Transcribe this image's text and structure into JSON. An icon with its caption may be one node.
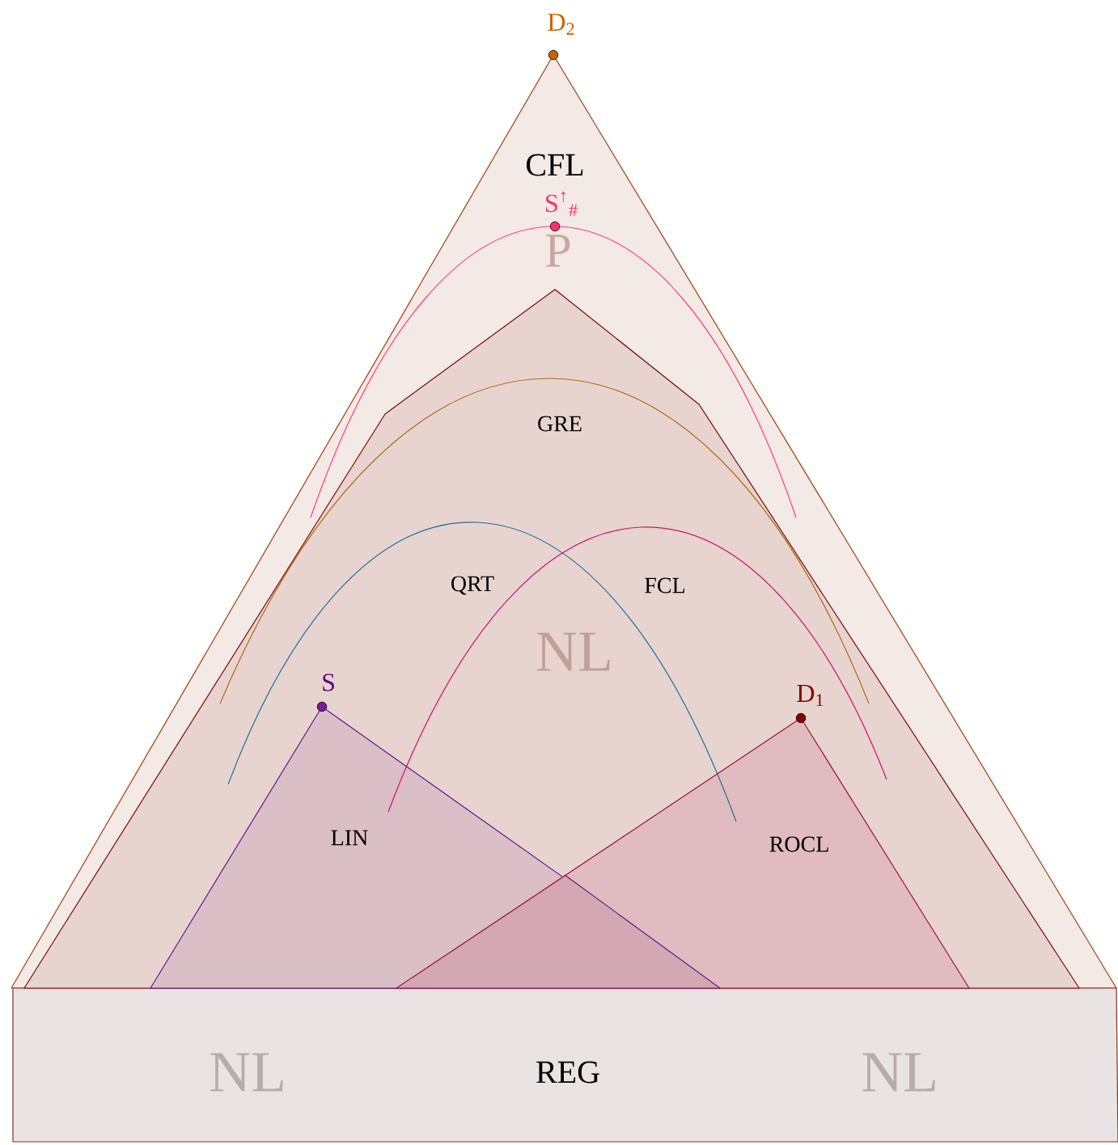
{
  "diagram": {
    "nodes": [
      {
        "text": [
          "CFL"
        ],
        "beside": [
          "D$_{2}$"
        ]
      },
      {
        "text": [
          "NL"
        ],
        "in": 0
      },
      {
        "text": [
          "LIN"
        ],
        "beside": [
          "S"
        ],
        "in": 1
      },
      {
        "text": [
          "ROCL"
        ],
        "beside": [
          "D$_{1}$"
        ],
        "in": 1
      },
      {
        "text": [
          "REG"
        ]
      }
    ],
    "edges": [],
    "labels": [
      "S$^{↑}$$_{#}$",
      "P",
      "GRE",
      "QRT",
      "FCL",
      "NL",
      "NL"
    ]
  }
}
